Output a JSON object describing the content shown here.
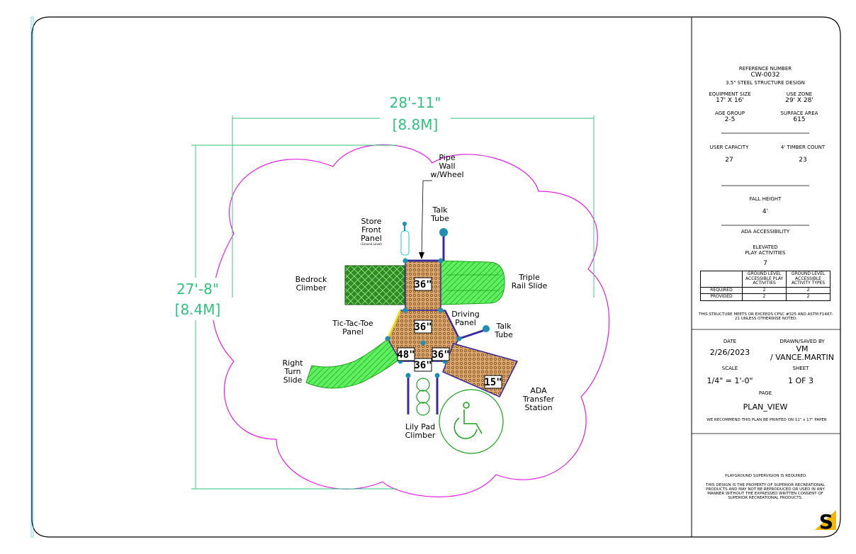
{
  "plan": {
    "width_dim": {
      "feet": "28'-11\"",
      "meters": "[8.8M]"
    },
    "height_dim": {
      "feet": "27'-8\"",
      "meters": "[8.4M]"
    },
    "components": {
      "pipe_wall": [
        "Pipe",
        "Wall",
        "w/Wheel"
      ],
      "talk_tube_top": [
        "Talk",
        "Tube"
      ],
      "store_front": [
        "Store",
        "Front",
        "Panel"
      ],
      "store_front_note": "(Ground Level)",
      "bedrock": [
        "Bedrock",
        "Climber"
      ],
      "triple_rail": [
        "Triple",
        "Rail Slide"
      ],
      "tic_tac_toe": [
        "Tic-Tac-Toe",
        "Panel"
      ],
      "driving_panel": [
        "Driving",
        "Panel"
      ],
      "talk_tube_right": [
        "Talk",
        "Tube"
      ],
      "right_turn": [
        "Right",
        "Turn",
        "Slide"
      ],
      "ada_transfer": [
        "ADA",
        "Transfer",
        "Station"
      ],
      "lily_pad": [
        "Lily Pad",
        "Climber"
      ]
    },
    "decks": {
      "d1": "36\"",
      "d2": "36\"",
      "d3": "48\"",
      "d4": "36\"",
      "d5": "36\"",
      "d6": "15\""
    }
  },
  "title_block": {
    "reference_label": "REFERENCE NUMBER",
    "reference_value": "CW-0032",
    "design": "3.5\" STEEL STRUCTURE DESIGN",
    "equipment_size_label": "EQUIPMENT SIZE",
    "equipment_size_value": "17' X 16'",
    "use_zone_label": "USE ZONE",
    "use_zone_value": "29' X 28'",
    "age_group_label": "AGE GROUP",
    "age_group_value": "2-5",
    "surface_area_label": "SURFACE AREA",
    "surface_area_value": "615",
    "user_capacity_label": "USER CAPACITY",
    "user_capacity_value": "27",
    "timber_label": "4' TIMBER COUNT",
    "timber_value": "23",
    "fall_height_label": "FALL HEIGHT",
    "fall_height_value": "4'",
    "ada_label": "ADA ACCESSIBILITY",
    "elevated_label": "ELEVATED\nPLAY ACTIVITIES",
    "elevated_value": "7",
    "table_head": [
      "",
      "GROUND LEVEL ACCESSIBLE PLAY ACTIVITIES",
      "GROUND LEVEL ACCESSIBLE ACTIVITY TYPES"
    ],
    "table_rows": [
      [
        "REQUIRED",
        "2",
        "2"
      ],
      [
        "PROVIDED",
        "2",
        "2"
      ]
    ],
    "compliance": "THIS STRUCTURE MEETS OR EXCEEDS CPSC #325 AND ASTM F1487-21 UNLESS OTHERWISE NOTED.",
    "date_label": "DATE",
    "date_value": "2/26/2023",
    "drawn_label": "DRAWN/SAVED BY",
    "drawn_value": "VM\n/ VANCE.MARTIN",
    "scale_label": "SCALE",
    "scale_value": "1/4\" = 1'-0\"",
    "sheet_label": "SHEET",
    "sheet_value": "1 OF 3",
    "page_label": "PAGE",
    "page_value": "PLAN_VIEW",
    "print_note": "WE RECOMMEND THIS PLAN BE PRINTED ON 11\" x 17\" PAPER",
    "supervision": "PLAYGROUND SUPERVISION IS REQUIRED.",
    "property": "THIS DESIGN IS THE PROPERTY OF SUPERIOR RECREATIONAL PRODUCTS AND MAY NOT BE REPRODUCED OR USED IN ANY MANNER WITHOUT THE EXPRESSED WRITTEN CONSENT OF SUPERIOR RECREATIONAL PRODUCTS.",
    "logo_letter": "S"
  },
  "colors": {
    "border": "#000000",
    "use_zone": "#e020e0",
    "dimension": "#2ec27e",
    "slide": "#39e639",
    "climber": "#2e8b1e",
    "deck_fill": "#d9a86a",
    "post": "#1f8fb0",
    "frame": "#3a2a9a",
    "logo": "#f2b705"
  }
}
